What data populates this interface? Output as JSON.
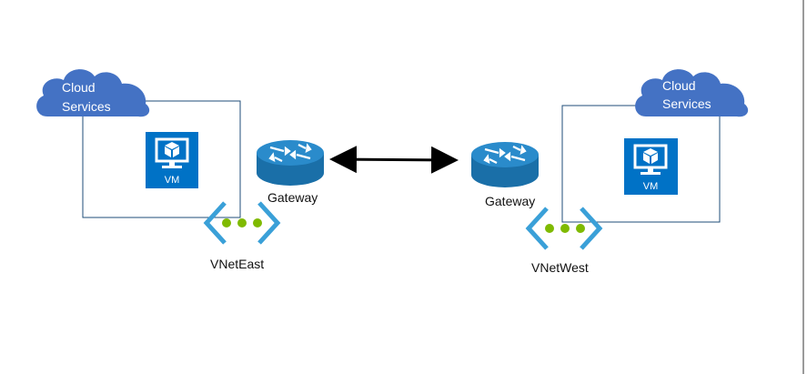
{
  "diagram": {
    "east": {
      "cloud_label_line1": "Cloud",
      "cloud_label_line2": "Services",
      "vm_label": "VM",
      "gateway_label": "Gateway",
      "vnet_label": "VNetEast"
    },
    "west": {
      "cloud_label_line1": "Cloud",
      "cloud_label_line2": "Services",
      "vm_label": "VM",
      "gateway_label": "Gateway",
      "vnet_label": "VNetWest"
    }
  },
  "colors": {
    "azure_blue": "#0072c6",
    "cloud_blue": "#4472c4",
    "router_blue": "#1e7bb8",
    "vnet_bracket": "#3aa0d8",
    "vnet_dot": "#7fba00",
    "box_border": "#1f4e79",
    "arrow": "#000000"
  },
  "icons": [
    "cloud-icon",
    "vm-icon",
    "router-icon",
    "vnet-icon",
    "double-arrow-icon"
  ]
}
